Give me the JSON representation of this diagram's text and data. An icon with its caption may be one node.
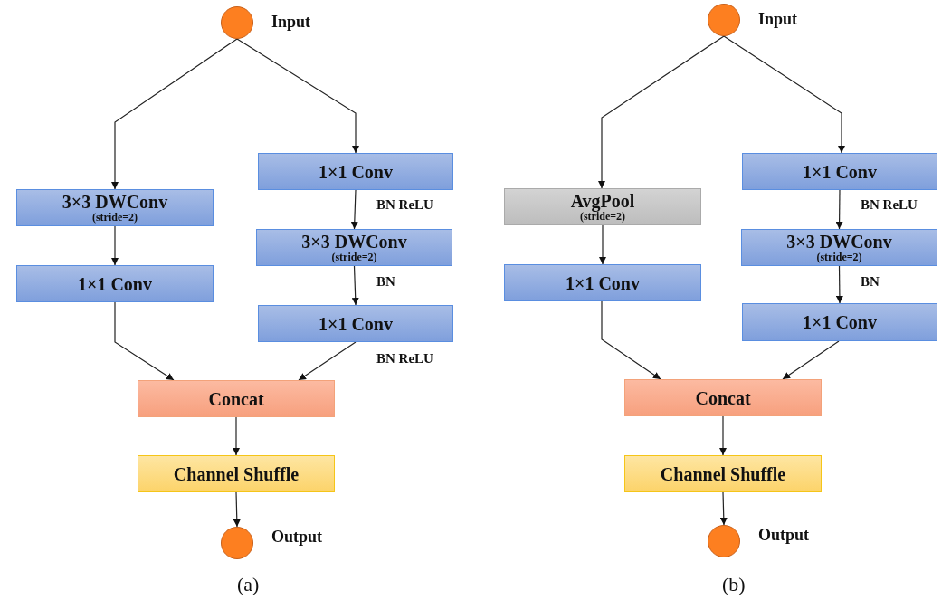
{
  "diagram": {
    "nodes": [
      {
        "text": [],
        "shape": "circle",
        "beside": [
          "Input"
        ]
      },
      {
        "text": [
          "3×3 DWConv",
          "(stride=2)"
        ]
      },
      {
        "text": [
          "1×1 Conv"
        ]
      },
      {
        "text": [
          "1×1 Conv"
        ]
      },
      {
        "text": [
          "3×3 DWConv",
          "(stride=2)"
        ]
      },
      {
        "text": [
          "1×1 Conv"
        ]
      },
      {
        "text": [
          "Concat"
        ]
      },
      {
        "text": [
          "Channel Shuffle"
        ]
      },
      {
        "text": [],
        "shape": "circle",
        "beside": [
          "Output"
        ]
      },
      {
        "text": [],
        "shape": "circle",
        "beside": [
          "Input"
        ]
      },
      {
        "text": [
          "AvgPool",
          "(stride=2)"
        ]
      },
      {
        "text": [
          "1×1 Conv"
        ]
      },
      {
        "text": [
          "1×1 Conv"
        ]
      },
      {
        "text": [
          "3×3 DWConv",
          "(stride=2)"
        ]
      },
      {
        "text": [
          "1×1 Conv"
        ]
      },
      {
        "text": [
          "Concat"
        ]
      },
      {
        "text": [
          "Channel Shuffle"
        ]
      },
      {
        "text": [],
        "shape": "circle",
        "beside": [
          "Output"
        ]
      }
    ],
    "edges": [
      {
        "from": 0,
        "to": 1,
        "arrow": "to"
      },
      {
        "from": 0,
        "to": 3,
        "arrow": "to"
      },
      {
        "from": 1,
        "to": 2,
        "arrow": "to"
      },
      {
        "from": 3,
        "to": 4,
        "arrow": "to",
        "label": "BN ReLU"
      },
      {
        "from": 4,
        "to": 5,
        "arrow": "to",
        "label": "BN"
      },
      {
        "from": 2,
        "to": 6,
        "arrow": "to"
      },
      {
        "from": 5,
        "to": 6,
        "arrow": "to",
        "label": "BN ReLU"
      },
      {
        "from": 6,
        "to": 7,
        "arrow": "to"
      },
      {
        "from": 7,
        "to": 8,
        "arrow": "to"
      },
      {
        "from": 9,
        "to": 10,
        "arrow": "to"
      },
      {
        "from": 9,
        "to": 12,
        "arrow": "to"
      },
      {
        "from": 10,
        "to": 11,
        "arrow": "to"
      },
      {
        "from": 12,
        "to": 13,
        "arrow": "to",
        "label": "BN ReLU"
      },
      {
        "from": 13,
        "to": 14,
        "arrow": "to",
        "label": "BN"
      },
      {
        "from": 11,
        "to": 15,
        "arrow": "to"
      },
      {
        "from": 14,
        "to": 15,
        "arrow": "to"
      },
      {
        "from": 15,
        "to": 16,
        "arrow": "to"
      },
      {
        "from": 16,
        "to": 17,
        "arrow": "to"
      }
    ],
    "labels": [
      "(a)",
      "(b)"
    ]
  }
}
